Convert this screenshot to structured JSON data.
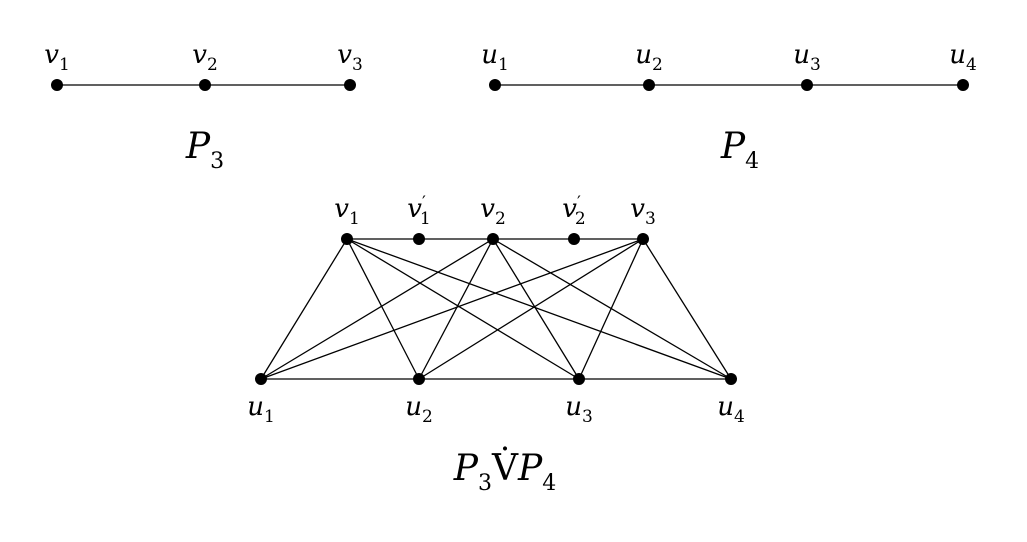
{
  "graphs": [
    {
      "id": "p3",
      "caption": {
        "base": "P",
        "sub": "3"
      },
      "vertices": [
        {
          "id": "v1",
          "base": "v",
          "sub": "1",
          "prime": ""
        },
        {
          "id": "v2",
          "base": "v",
          "sub": "2",
          "prime": ""
        },
        {
          "id": "v3",
          "base": "v",
          "sub": "3",
          "prime": ""
        }
      ],
      "edges": [
        [
          "v1",
          "v2"
        ],
        [
          "v2",
          "v3"
        ]
      ]
    },
    {
      "id": "p4",
      "caption": {
        "base": "P",
        "sub": "4"
      },
      "vertices": [
        {
          "id": "u1",
          "base": "u",
          "sub": "1",
          "prime": ""
        },
        {
          "id": "u2",
          "base": "u",
          "sub": "2",
          "prime": ""
        },
        {
          "id": "u3",
          "base": "u",
          "sub": "3",
          "prime": ""
        },
        {
          "id": "u4",
          "base": "u",
          "sub": "4",
          "prime": ""
        }
      ],
      "edges": [
        [
          "u1",
          "u2"
        ],
        [
          "u2",
          "u3"
        ],
        [
          "u3",
          "u4"
        ]
      ]
    },
    {
      "id": "join",
      "caption": {
        "base": "P",
        "sub": "3",
        "op": "V̇",
        "base2": "P",
        "sub2": "4"
      },
      "vertices": [
        {
          "id": "v1",
          "base": "v",
          "sub": "1",
          "prime": ""
        },
        {
          "id": "v1p",
          "base": "v",
          "sub": "1",
          "prime": "′"
        },
        {
          "id": "v2",
          "base": "v",
          "sub": "2",
          "prime": ""
        },
        {
          "id": "v2p",
          "base": "v",
          "sub": "2",
          "prime": "′"
        },
        {
          "id": "v3",
          "base": "v",
          "sub": "3",
          "prime": ""
        },
        {
          "id": "u1",
          "base": "u",
          "sub": "1",
          "prime": ""
        },
        {
          "id": "u2",
          "base": "u",
          "sub": "2",
          "prime": ""
        },
        {
          "id": "u3",
          "base": "u",
          "sub": "3",
          "prime": ""
        },
        {
          "id": "u4",
          "base": "u",
          "sub": "4",
          "prime": ""
        }
      ],
      "edges": [
        [
          "v1",
          "v1p"
        ],
        [
          "v1p",
          "v2"
        ],
        [
          "v2",
          "v2p"
        ],
        [
          "v2p",
          "v3"
        ],
        [
          "u1",
          "u2"
        ],
        [
          "u2",
          "u3"
        ],
        [
          "u3",
          "u4"
        ],
        [
          "v1",
          "u1"
        ],
        [
          "v1",
          "u2"
        ],
        [
          "v1",
          "u3"
        ],
        [
          "v1",
          "u4"
        ],
        [
          "v2",
          "u1"
        ],
        [
          "v2",
          "u2"
        ],
        [
          "v2",
          "u3"
        ],
        [
          "v2",
          "u4"
        ],
        [
          "v3",
          "u1"
        ],
        [
          "v3",
          "u2"
        ],
        [
          "v3",
          "u3"
        ],
        [
          "v3",
          "u4"
        ]
      ]
    }
  ]
}
